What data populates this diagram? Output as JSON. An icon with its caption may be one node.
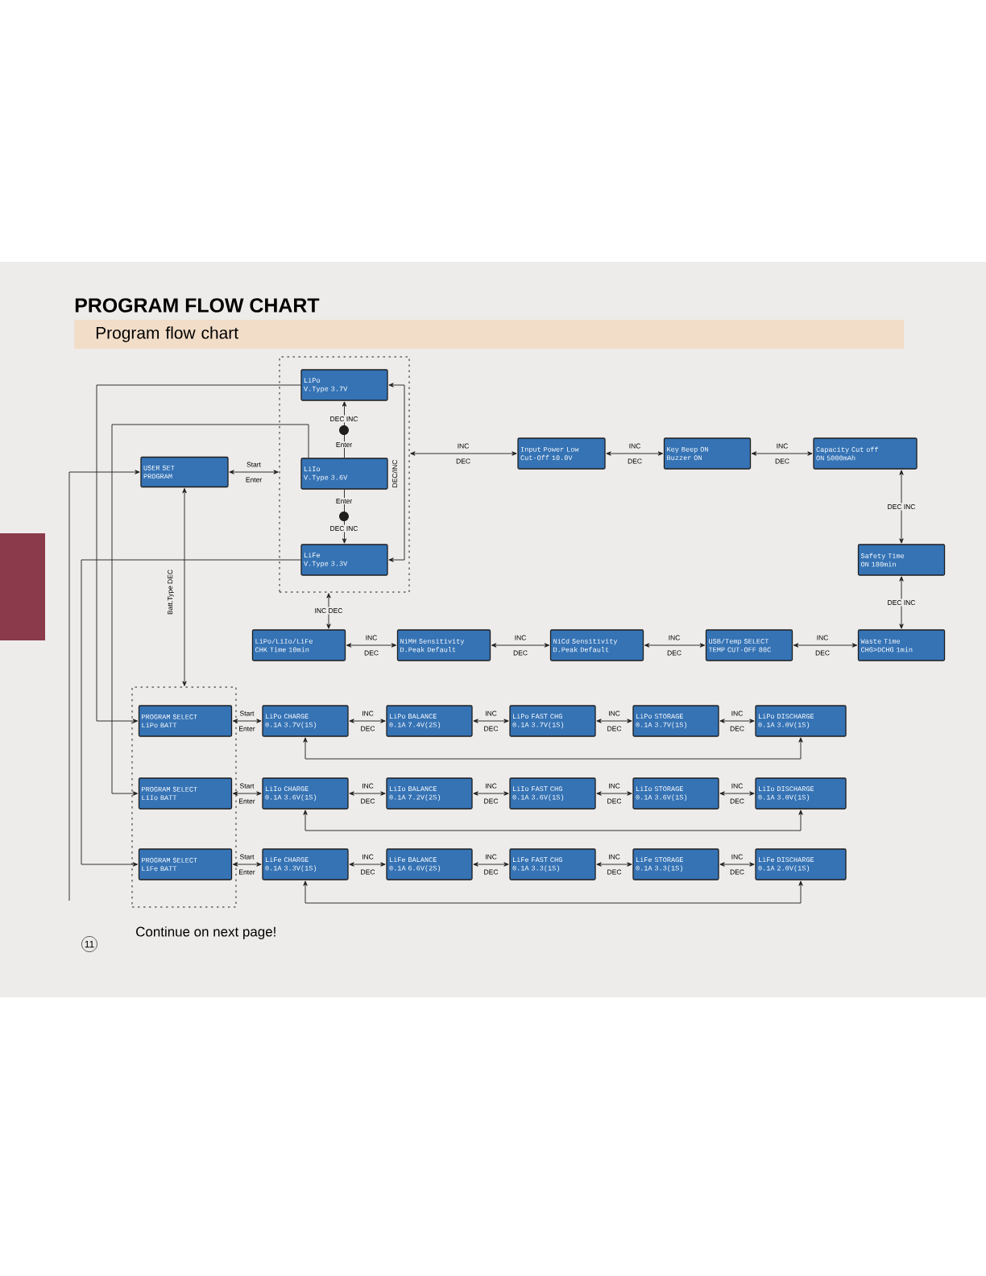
{
  "diagram": {
    "title": "PROGRAM FLOW CHART",
    "nodes": [
      {
        "text": [],
        "shape": "box"
      },
      {
        "text": [
          "USER SET",
          "PROGRAM"
        ]
      },
      {
        "text": [
          "LiPo",
          "V.Type 3.7V"
        ],
        "in": 0
      },
      {
        "text": [
          "LiIo",
          "V.Type 3.6V"
        ],
        "in": 0
      },
      {
        "text": [
          "LiFe",
          "V.Type 3.3V"
        ],
        "in": 0
      },
      {
        "text": [
          "Input Power Low",
          "Cut-Off 10.0V"
        ]
      },
      {
        "text": [
          "Key Beep ON",
          "Buzzer ON"
        ]
      },
      {
        "text": [
          "Capacity Cut off",
          "ON 5000mAh"
        ]
      },
      {
        "text": [
          "Safety Time",
          "ON 180min"
        ]
      },
      {
        "text": [
          "Waste Time",
          "CHG>DCHG 1min"
        ]
      },
      {
        "text": [
          "USB/Temp SELECT",
          "TEMP CUT-OFF 80C"
        ]
      },
      {
        "text": [
          "NiCd Sensitivity",
          "D.Peak Default"
        ]
      },
      {
        "text": [
          "NiMH Sensitivity",
          "D.Peak Default"
        ]
      },
      {
        "text": [
          "LiPo/LiIo/LiFe",
          "CHK Time 10min"
        ]
      },
      {
        "text": [],
        "shape": "box"
      },
      {
        "text": [
          "PROGRAM SELECT",
          "LiPo BATT"
        ],
        "in": 14
      },
      {
        "text": [
          "LiPo CHARGE",
          "0.1A 3.7V(1S)"
        ]
      },
      {
        "text": [
          "LiPo BALANCE",
          "0.1A 7.4V(2S)"
        ]
      },
      {
        "text": [
          "LiPo FAST CHG",
          "0.1A 3.7V(1S)"
        ]
      },
      {
        "text": [
          "LiPo STORAGE",
          "0.1A 3.7V(1S)"
        ]
      },
      {
        "text": [
          "LiPo DISCHARGE",
          "0.1A 3.0V(1S)"
        ]
      },
      {
        "text": [
          "PROGRAM SELECT",
          "LiIo BATT"
        ],
        "in": 14
      },
      {
        "text": [
          "LiIo CHARGE",
          "0.1A 3.6V(1S)"
        ]
      },
      {
        "text": [
          "LiIo BALANCE",
          "0.1A 7.2V(2S)"
        ]
      },
      {
        "text": [
          "LiIo FAST CHG",
          "0.1A 3.6V(1S)"
        ]
      },
      {
        "text": [
          "LiIo STORAGE",
          "0.1A 3.6V(1S)"
        ]
      },
      {
        "text": [
          "LiIo DISCHARGE",
          "0.1A 3.0V(1S)"
        ]
      },
      {
        "text": [
          "PROGRAM SELECT",
          "LiFe BATT"
        ],
        "in": 14
      },
      {
        "text": [
          "LiFe CHARGE",
          "0.1A 3.3V(1S)"
        ]
      },
      {
        "text": [
          "LiFe BALANCE",
          "0.1A 6.6V(2S)"
        ]
      },
      {
        "text": [
          "LiFe FAST CHG",
          "0.1A 3.3(1S)"
        ]
      },
      {
        "text": [
          "LiFe STORAGE",
          "0.1A 3.3(1S)"
        ]
      },
      {
        "text": [
          "LiFe DISCHARGE",
          "0.1A 2.0V(1S)"
        ]
      }
    ],
    "edges": [
      {
        "from": null,
        "to": 1,
        "arrow": "to"
      },
      {
        "from": 1,
        "to": 0,
        "arrow": "both",
        "label": "Start Enter"
      },
      {
        "from": 3,
        "to": 2,
        "arrow": "to",
        "label": "DEC INC"
      },
      {
        "from": 3,
        "to": 4,
        "arrow": "to",
        "label": "DEC INC"
      },
      {
        "from": 2,
        "to": 4,
        "arrow": "both",
        "label": "DEC/INC"
      },
      {
        "from": 0,
        "to": 5,
        "arrow": "both",
        "label": "INC DEC"
      },
      {
        "from": 5,
        "to": 6,
        "arrow": "both",
        "label": "INC DEC"
      },
      {
        "from": 6,
        "to": 7,
        "arrow": "both",
        "label": "INC DEC"
      },
      {
        "from": 7,
        "to": 8,
        "arrow": "both",
        "label": "DEC INC"
      },
      {
        "from": 8,
        "to": 9,
        "arrow": "both",
        "label": "DEC INC"
      },
      {
        "from": 9,
        "to": 10,
        "arrow": "both",
        "label": "INC DEC"
      },
      {
        "from": 10,
        "to": 11,
        "arrow": "both",
        "label": "INC DEC"
      },
      {
        "from": 11,
        "to": 12,
        "arrow": "both",
        "label": "INC DEC"
      },
      {
        "from": 12,
        "to": 13,
        "arrow": "both",
        "label": "INC DEC"
      },
      {
        "from": 13,
        "to": 0,
        "arrow": "both",
        "label": "INC DEC"
      },
      {
        "from": 1,
        "to": 14,
        "arrow": "both",
        "label": "Batt.Type DEC"
      },
      {
        "from": 2,
        "to": 15,
        "arrow": "to"
      },
      {
        "from": 3,
        "to": 21,
        "arrow": "to"
      },
      {
        "from": 4,
        "to": 27,
        "arrow": "to"
      },
      {
        "from": 15,
        "to": 16,
        "arrow": "both",
        "label": "Start Enter"
      },
      {
        "from": 16,
        "to": 17,
        "arrow": "both",
        "label": "INC DEC"
      },
      {
        "from": 17,
        "to": 18,
        "arrow": "both",
        "label": "INC DEC"
      },
      {
        "from": 18,
        "to": 19,
        "arrow": "both",
        "label": "INC DEC"
      },
      {
        "from": 19,
        "to": 20,
        "arrow": "both",
        "label": "INC DEC"
      },
      {
        "from": 16,
        "to": 20,
        "arrow": "both"
      },
      {
        "from": 21,
        "to": 22,
        "arrow": "both",
        "label": "Start Enter"
      },
      {
        "from": 22,
        "to": 23,
        "arrow": "both",
        "label": "INC DEC"
      },
      {
        "from": 23,
        "to": 24,
        "arrow": "both",
        "label": "INC DEC"
      },
      {
        "from": 24,
        "to": 25,
        "arrow": "both",
        "label": "INC DEC"
      },
      {
        "from": 25,
        "to": 26,
        "arrow": "both",
        "label": "INC DEC"
      },
      {
        "from": 22,
        "to": 26,
        "arrow": "both"
      },
      {
        "from": 27,
        "to": 28,
        "arrow": "both",
        "label": "Start Enter"
      },
      {
        "from": 28,
        "to": 29,
        "arrow": "both",
        "label": "INC DEC"
      },
      {
        "from": 29,
        "to": 30,
        "arrow": "both",
        "label": "INC DEC"
      },
      {
        "from": 30,
        "to": 31,
        "arrow": "both",
        "label": "INC DEC"
      },
      {
        "from": 31,
        "to": 32,
        "arrow": "both",
        "label": "INC DEC"
      },
      {
        "from": 28,
        "to": 32,
        "arrow": "both"
      }
    ],
    "labels": [
      "Program flow chart",
      "Enter",
      "Enter",
      "11",
      "Continue on next page!"
    ]
  }
}
